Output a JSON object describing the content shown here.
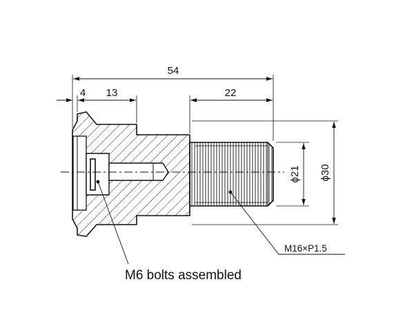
{
  "dimensions": {
    "overall_length": "54",
    "flange_thickness": "4",
    "head_length": "13",
    "thread_length": "22",
    "thread_diameter": "ϕ21",
    "flange_diameter": "ϕ30"
  },
  "callouts": {
    "thread_spec": "M16×P1.5",
    "bolt_note": "M6 bolts assembled"
  },
  "colors": {
    "line": "#111111",
    "background": "#ffffff"
  }
}
